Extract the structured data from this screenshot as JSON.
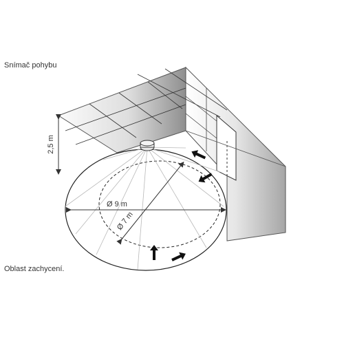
{
  "captions": {
    "title": "Snímač pohybu",
    "footer": "Oblast zachycení."
  },
  "dimensions": {
    "height": "2,5 m",
    "outer_diameter": "Ø 9 m",
    "inner_diameter": "Ø 7 m"
  },
  "colors": {
    "line": "#555555",
    "arrow": "#111111",
    "wall_light": "#f2f2f2",
    "wall_dark": "#9a9a9a"
  }
}
